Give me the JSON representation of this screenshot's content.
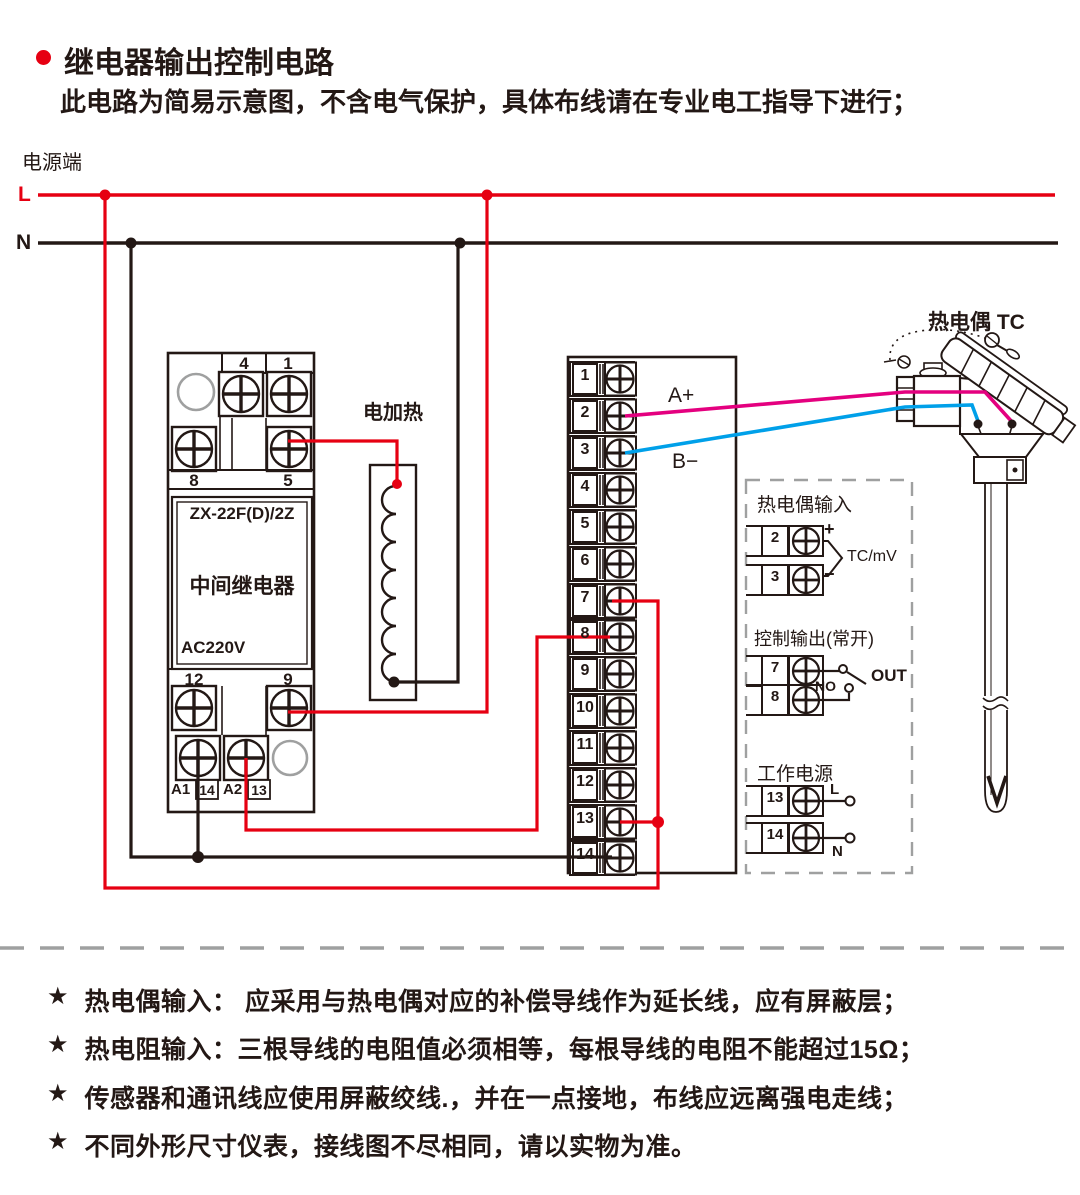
{
  "header": {
    "title": "继电器输出控制电路",
    "subtitle": "此电路为简易示意图，不含电气保护，具体布线请在专业电工指导下进行；",
    "power_label": "电源端",
    "line_l": "L",
    "line_n": "N"
  },
  "relay": {
    "model": "ZX-22F(D)/2Z",
    "name": "中间继电器",
    "voltage": "AC220V",
    "t4": "4",
    "t1": "1",
    "t8": "8",
    "t5": "5",
    "t12": "12",
    "t9": "9",
    "a1": "A1",
    "n14": "14",
    "a2": "A2",
    "n13": "13"
  },
  "heater": {
    "label": "电加热"
  },
  "terminal_block": {
    "terminals": [
      "1",
      "2",
      "3",
      "4",
      "5",
      "6",
      "7",
      "8",
      "9",
      "10",
      "11",
      "12",
      "13",
      "14"
    ],
    "a_plus": "A+",
    "b_minus": "B−"
  },
  "thermocouple": {
    "label": "热电偶 TC"
  },
  "io_panel": {
    "tc_input": {
      "title": "热电偶输入",
      "t2": "2",
      "t3": "3",
      "plus": "+",
      "minus": "−",
      "signal": "TC/mV"
    },
    "control_output": {
      "title": "控制输出(常开)",
      "t7": "7",
      "t8": "8",
      "no_label": "NO",
      "out_label": "OUT"
    },
    "power": {
      "title": "工作电源",
      "t13": "13",
      "t14": "14",
      "l_label": "L",
      "n_label": "N"
    }
  },
  "notes": {
    "star": "★",
    "items": [
      "热电偶输入： 应采用与热电偶对应的补偿导线作为延长线，应有屏蔽层；",
      "热电阻输入：三根导线的电阻值必须相等，每根导线的电阻不能超过15Ω；",
      "传感器和通讯线应使用屏蔽绞线.，并在一点接地，布线应远离强电走线；",
      "不同外形尺寸仪表，接线图不尽相同，请以实物为准。"
    ]
  },
  "colors": {
    "red": "#e60012",
    "magenta": "#e4007f",
    "blue": "#00a0e9",
    "line": "#231815",
    "gray": "#9fa0a0"
  }
}
